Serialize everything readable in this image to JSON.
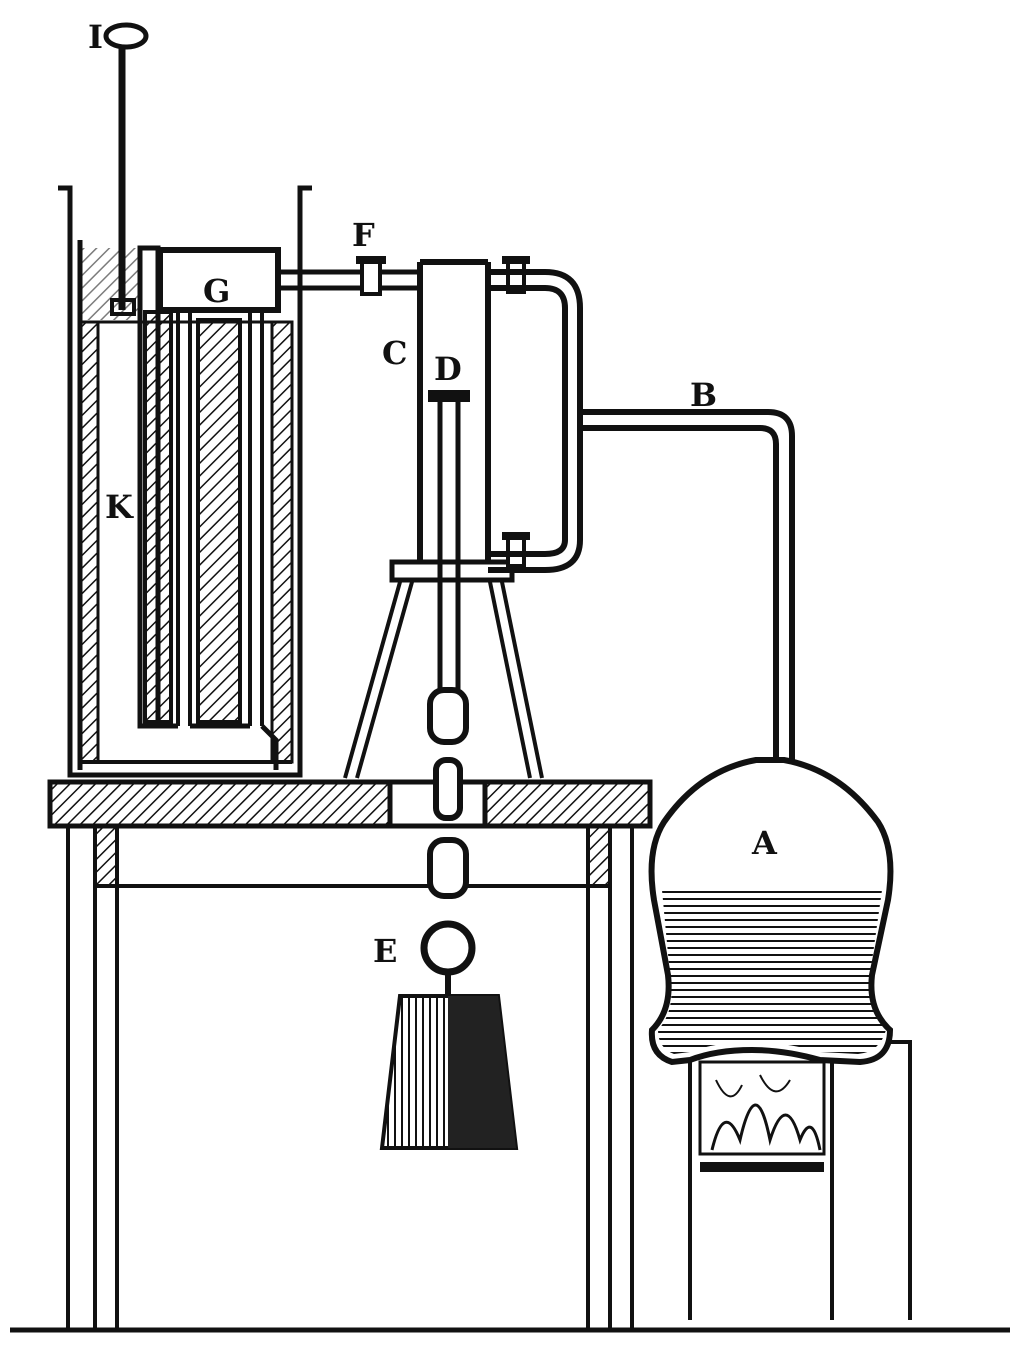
{
  "labels": {
    "I": "I",
    "F": "F",
    "G": "G",
    "C": "C",
    "D": "D",
    "B": "B",
    "K": "K",
    "A": "A",
    "E": "E"
  },
  "colors": {
    "ink": "#111111",
    "paper": "#ffffff"
  }
}
